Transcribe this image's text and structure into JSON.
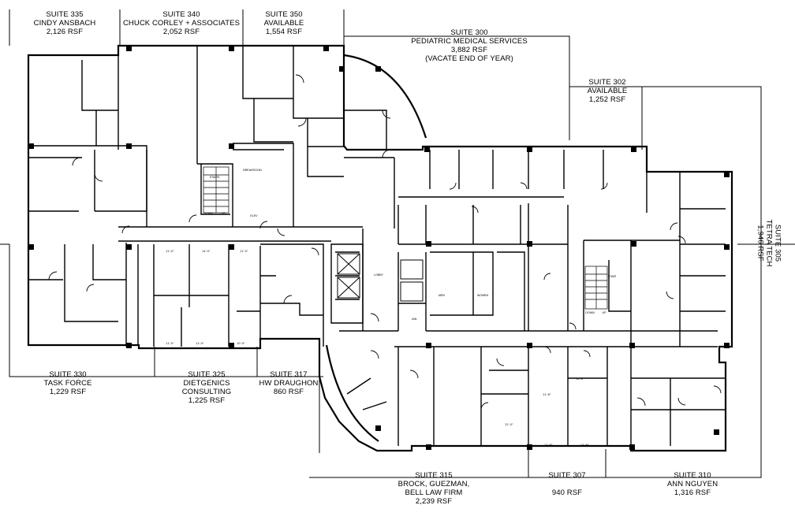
{
  "floor_plan": {
    "suites": {
      "s335": {
        "number": "SUITE 335",
        "tenant": "CINDY ANSBACH",
        "area": "2,126 RSF"
      },
      "s340": {
        "number": "SUITE 340",
        "tenant": "CHUCK CORLEY + ASSOCIATES",
        "area": "2,052 RSF"
      },
      "s350": {
        "number": "SUITE 350",
        "tenant": "AVAILABLE",
        "area": "1,554 RSF"
      },
      "s300": {
        "number": "SUITE 300",
        "tenant": "PEDIATRIC MEDICAL SERVICES",
        "area": "3,882 RSF",
        "note": "(VACATE END OF YEAR)"
      },
      "s302": {
        "number": "SUITE 302",
        "tenant": "AVAILABLE",
        "area": "1,252 RSF"
      },
      "s305": {
        "number": "SUITE 305",
        "tenant": "TETRA TECH",
        "area": "1,946 RSF"
      },
      "s330": {
        "number": "SUITE 330",
        "tenant": "TASK FORCE",
        "area": "1,229 RSF"
      },
      "s325": {
        "number": "SUITE 325",
        "tenant1": "DIETGENICS",
        "tenant2": "CONSULTING",
        "area": "1,225 RSF"
      },
      "s317": {
        "number": "SUITE 317",
        "tenant": "HW DRAUGHON",
        "area": "860 RSF"
      },
      "s315": {
        "number": "SUITE 315",
        "tenant1": "BROCK, GUEZMAN,",
        "tenant2": "BELL LAW FIRM",
        "area": "2,239 RSF"
      },
      "s307": {
        "number": "SUITE 307",
        "area": "940 RSF"
      },
      "s310": {
        "number": "SUITE 310",
        "tenant": "ANN NGUYEN",
        "area": "1,316 RSF"
      }
    },
    "room_labels": {
      "breakroom": "BREAKROOM",
      "elev": "ELEV",
      "lobby": "LOBBY",
      "men": "MEN",
      "women": "WOMEN",
      "jan": "JAN",
      "stairs_left": "STAIRS",
      "stairs_right": "STAIR",
      "down_left": "DOWN",
      "up_left": "UP",
      "down_right": "DOWN",
      "up_right": "UP"
    },
    "colors": {
      "ink": "#000000",
      "background": "#ffffff"
    }
  }
}
